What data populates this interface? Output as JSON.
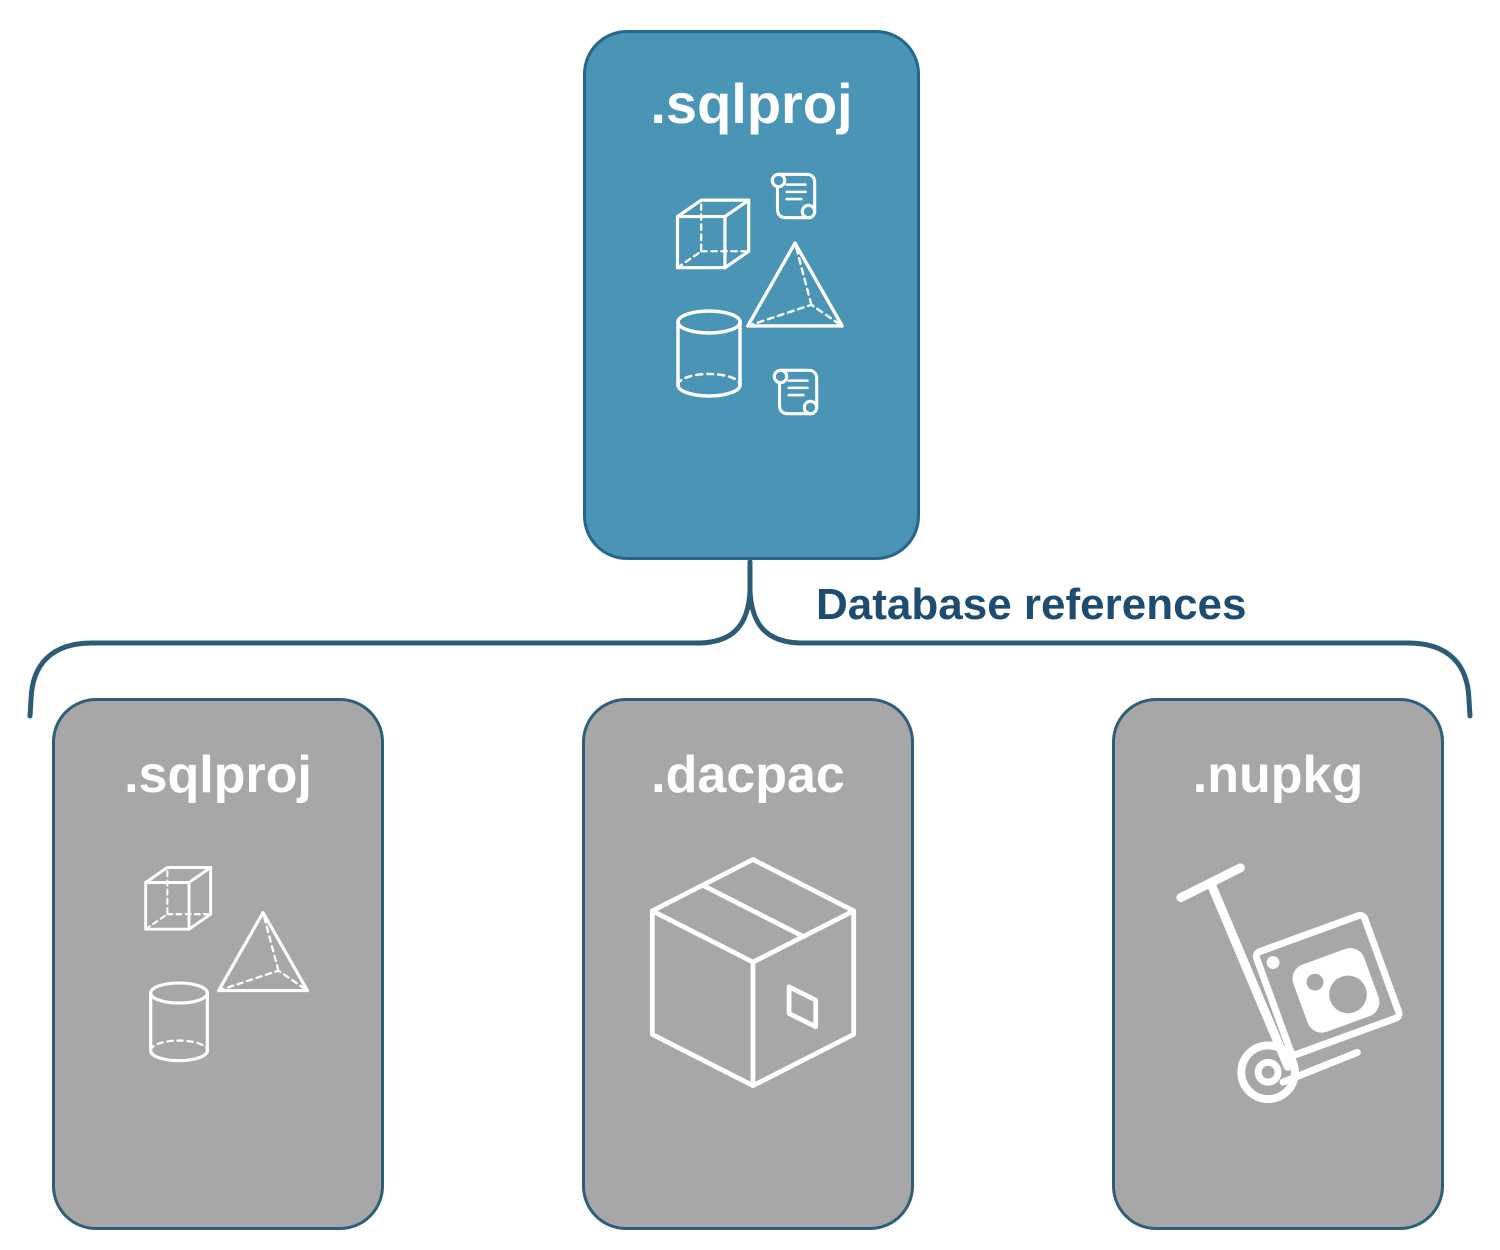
{
  "diagram": {
    "top_node": {
      "label": ".sqlproj"
    },
    "connector_label": "Database references",
    "child_nodes": [
      {
        "label": ".sqlproj"
      },
      {
        "label": ".dacpac"
      },
      {
        "label": ".nupkg"
      }
    ],
    "icons": {
      "top_node": [
        "scroll-icon",
        "cube-icon",
        "pyramid-icon",
        "cylinder-icon",
        "scroll-icon"
      ],
      "child_sqlproj": [
        "cube-icon",
        "pyramid-icon",
        "cylinder-icon"
      ],
      "child_dacpac": [
        "package-box-icon"
      ],
      "child_nupkg": [
        "hand-truck-package-icon"
      ]
    },
    "colors": {
      "top_fill": "#4A94B5",
      "top_border": "#27658A",
      "child_fill": "#A7A7A7",
      "child_border": "#2E5F79",
      "connector": "#2B5B77",
      "label_text": "#1E4C70",
      "icon": "#FFFFFF"
    }
  }
}
